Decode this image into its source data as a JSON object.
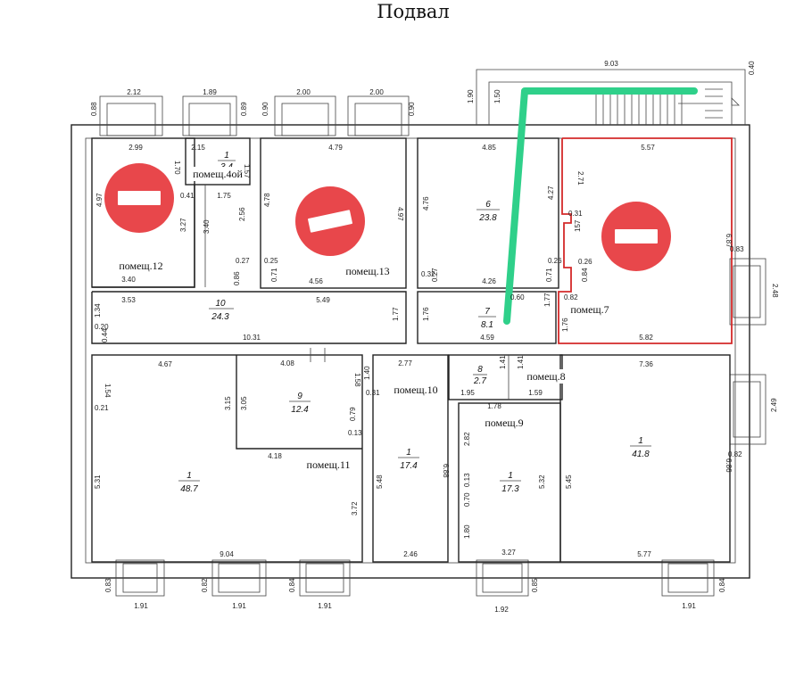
{
  "title": "Подвал",
  "rooms": [
    {
      "num": "1",
      "area": "3.4"
    },
    {
      "num": "10",
      "area": "24.3"
    },
    {
      "num": "6",
      "area": "23.8"
    },
    {
      "num": "7",
      "area": "8.1"
    },
    {
      "num": "8",
      "area": "2.7"
    },
    {
      "num": "9",
      "area": "12.4"
    },
    {
      "num": "1",
      "area": "48.7"
    },
    {
      "num": "1",
      "area": "17.4"
    },
    {
      "num": "1",
      "area": "17.3"
    },
    {
      "num": "1",
      "area": "41.8"
    }
  ],
  "labels": {
    "p4": "помещ.4ой",
    "p12": "помещ.12",
    "p13": "помещ.13",
    "p7": "помещ.7",
    "p8": "помещ.8",
    "p9": "помещ.9",
    "p10": "помещ.10",
    "p11": "помещ.11"
  },
  "dims": {
    "d903": "9.03",
    "d040": "0.40",
    "d190": "1.90",
    "d150": "1.50",
    "d212": "2.12",
    "d189": "1.89",
    "d200a": "2.00",
    "d200b": "2.00",
    "d088": "0.88",
    "d089": "0.89",
    "d090a": "0.90",
    "d090b": "0.90",
    "d299": "2.99",
    "d215": "2.15",
    "d157": "1.57",
    "d479": "4.79",
    "d485": "4.85",
    "d557": "5.57",
    "d170": "1.70",
    "d497a": "4.97",
    "d327": "3.27",
    "d340v": "3.40",
    "d041": "0.41",
    "d175": "1.75",
    "d256": "2.56",
    "d478": "4.78",
    "d497b": "4.97",
    "d476": "4.76",
    "d427": "4.27",
    "d271": "2.71",
    "d031a": "0.31",
    "d687": "6.87",
    "d083": "0.83",
    "d248": "2.48",
    "d027a": "0.27",
    "d025": "0.25",
    "d071a": "0.71",
    "d032": "0.32",
    "d027b": "0.27",
    "d026a": "0.26",
    "d071b": "0.71",
    "d157b": "157",
    "d026b": "0.26",
    "d084": "0.84",
    "d086": "0.86",
    "d340h": "3.40",
    "d353": "3.53",
    "d456": "4.56",
    "d426": "4.26",
    "d082": "0.82",
    "d134": "1.34",
    "d549": "5.49",
    "d177a": "1.77",
    "d176a": "1.76",
    "d177b": "1.77",
    "d060": "0.60",
    "d176b": "1.76",
    "d020": "0.20",
    "d044": "0.44",
    "d1031": "10.31",
    "d459": "4.59",
    "d582": "5.82",
    "d467": "4.67",
    "d408": "4.08",
    "d277": "2.77",
    "d141a": "1.41",
    "d141b": "1.41",
    "d736": "7.36",
    "d154": "1.54",
    "d021": "0.21",
    "d315": "3.15",
    "d305": "3.05",
    "d158": "1.58",
    "d140": "1.40",
    "d031b": "0.31",
    "d195": "1.95",
    "d178": "1.78",
    "d159": "1.59",
    "d079": "0.79",
    "d013a": "0.13",
    "d418": "4.18",
    "d249": "2.49",
    "d082b": "0.82",
    "d531": "5.31",
    "d372": "3.72",
    "d548": "5.48",
    "d688": "6.88",
    "d282": "2.82",
    "d013b": "0.13",
    "d070": "0.70",
    "d532": "5.32",
    "d545": "5.45",
    "d686": "6.86",
    "d180": "1.80",
    "d904": "9.04",
    "d246": "2.46",
    "d327b": "3.27",
    "d577": "5.77",
    "d083b": "0.83",
    "d082c": "0.82",
    "d084b": "0.84",
    "d085": "0.85",
    "d084c": "0.84",
    "d191a": "1.91",
    "d191b": "1.91",
    "d191c": "1.91",
    "d192": "1.92",
    "d191d": "1.91"
  },
  "colors": {
    "no_entry": "#e8474b",
    "highlight": "#d42a2a",
    "route": "#2fd08a"
  },
  "icons": [
    "no-entry-icon",
    "no-entry-icon",
    "no-entry-icon",
    "up-arrow-icon"
  ]
}
